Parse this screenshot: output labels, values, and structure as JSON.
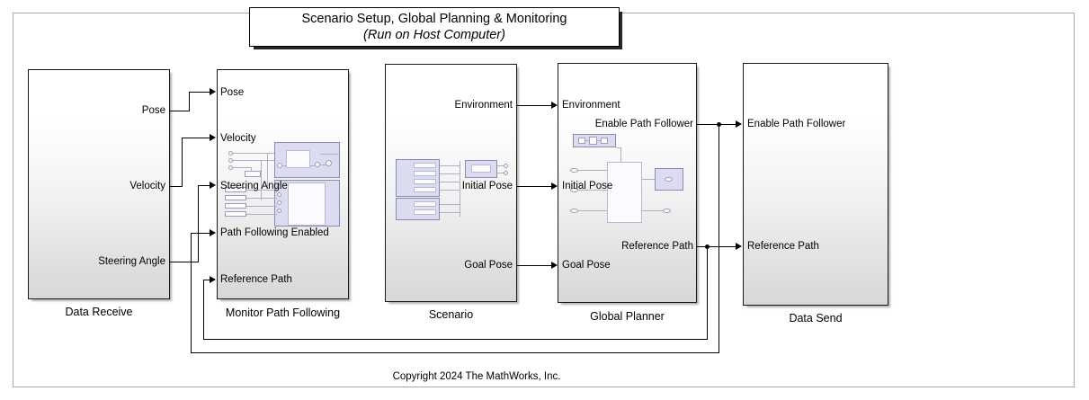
{
  "title": {
    "line1": "Scenario Setup, Global Planning & Monitoring",
    "line2": "(Run on Host Computer)"
  },
  "copyright": "Copyright 2024 The MathWorks, Inc.",
  "blocks": {
    "data_receive": {
      "name": "Data Receive",
      "outputs": [
        {
          "label": "Pose"
        },
        {
          "label": "Velocity"
        },
        {
          "label": "Steering Angle"
        }
      ]
    },
    "monitor_path_following": {
      "name": "Monitor Path Following",
      "inputs": [
        {
          "label": "Pose"
        },
        {
          "label": "Velocity"
        },
        {
          "label": "Steering Angle"
        },
        {
          "label": "Path Following Enabled"
        },
        {
          "label": "Reference Path"
        }
      ]
    },
    "scenario": {
      "name": "Scenario",
      "outputs": [
        {
          "label": "Environment"
        },
        {
          "label": "Initial Pose"
        },
        {
          "label": "Goal Pose"
        }
      ]
    },
    "global_planner": {
      "name": "Global Planner",
      "inputs": [
        {
          "label": "Environment"
        },
        {
          "label": "Initial Pose"
        },
        {
          "label": "Goal Pose"
        }
      ],
      "outputs": [
        {
          "label": "Enable Path Follower"
        },
        {
          "label": "Reference Path"
        }
      ]
    },
    "data_send": {
      "name": "Data Send",
      "inputs": [
        {
          "label": "Enable Path Follower"
        },
        {
          "label": "Reference Path"
        }
      ]
    }
  },
  "colors": {
    "block_border": "#1a1a1a",
    "wire": "#000000",
    "frame": "#a9a9a9",
    "thumbnail_fill": "#dcdcf0",
    "canvas": "#ffffff"
  }
}
